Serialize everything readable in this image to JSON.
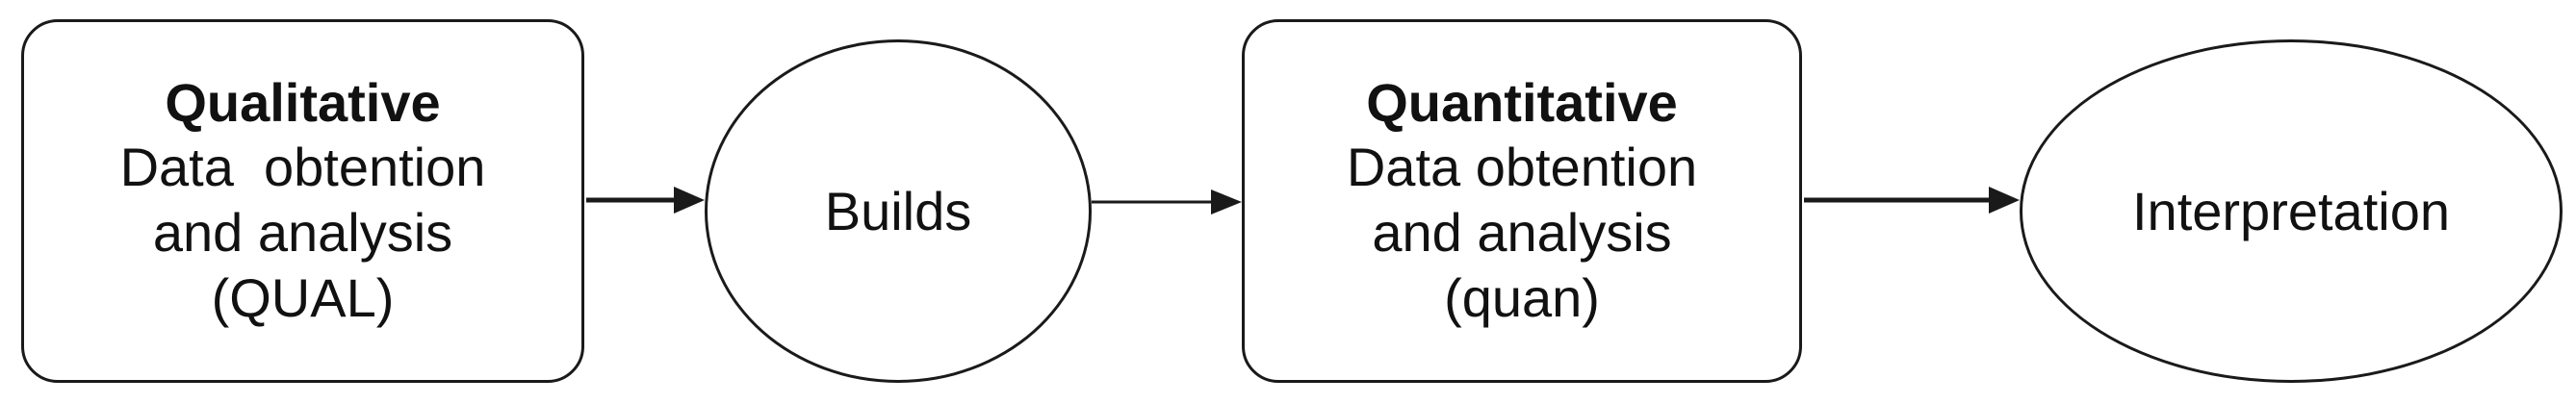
{
  "nodes": {
    "qualitative": {
      "heading": "Qualitative",
      "lines": [
        "Data  obtention",
        "and analysis",
        "(QUAL)"
      ]
    },
    "builds": {
      "label": "Builds"
    },
    "quantitative": {
      "heading": "Quantitative",
      "lines": [
        "Data obtention",
        "and analysis",
        "(quan)"
      ]
    },
    "interpretation": {
      "label": "Interpretation"
    }
  },
  "colors": {
    "stroke": "#1a1a1a",
    "text": "#111111",
    "background": "#ffffff"
  }
}
